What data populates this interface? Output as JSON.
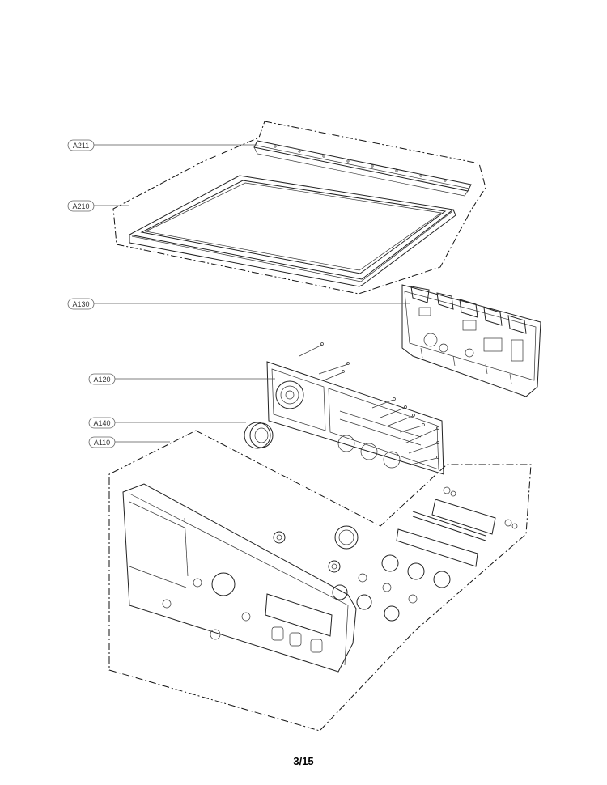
{
  "diagram": {
    "labels": [
      {
        "id": "a211",
        "text": "A211"
      },
      {
        "id": "a210",
        "text": "A210"
      },
      {
        "id": "a130",
        "text": "A130"
      },
      {
        "id": "a120",
        "text": "A120"
      },
      {
        "id": "a140",
        "text": "A140"
      },
      {
        "id": "a110",
        "text": "A110"
      }
    ]
  },
  "footer": {
    "page_number": "3/15"
  },
  "colors": {
    "line": "#222222",
    "background": "#ffffff"
  }
}
